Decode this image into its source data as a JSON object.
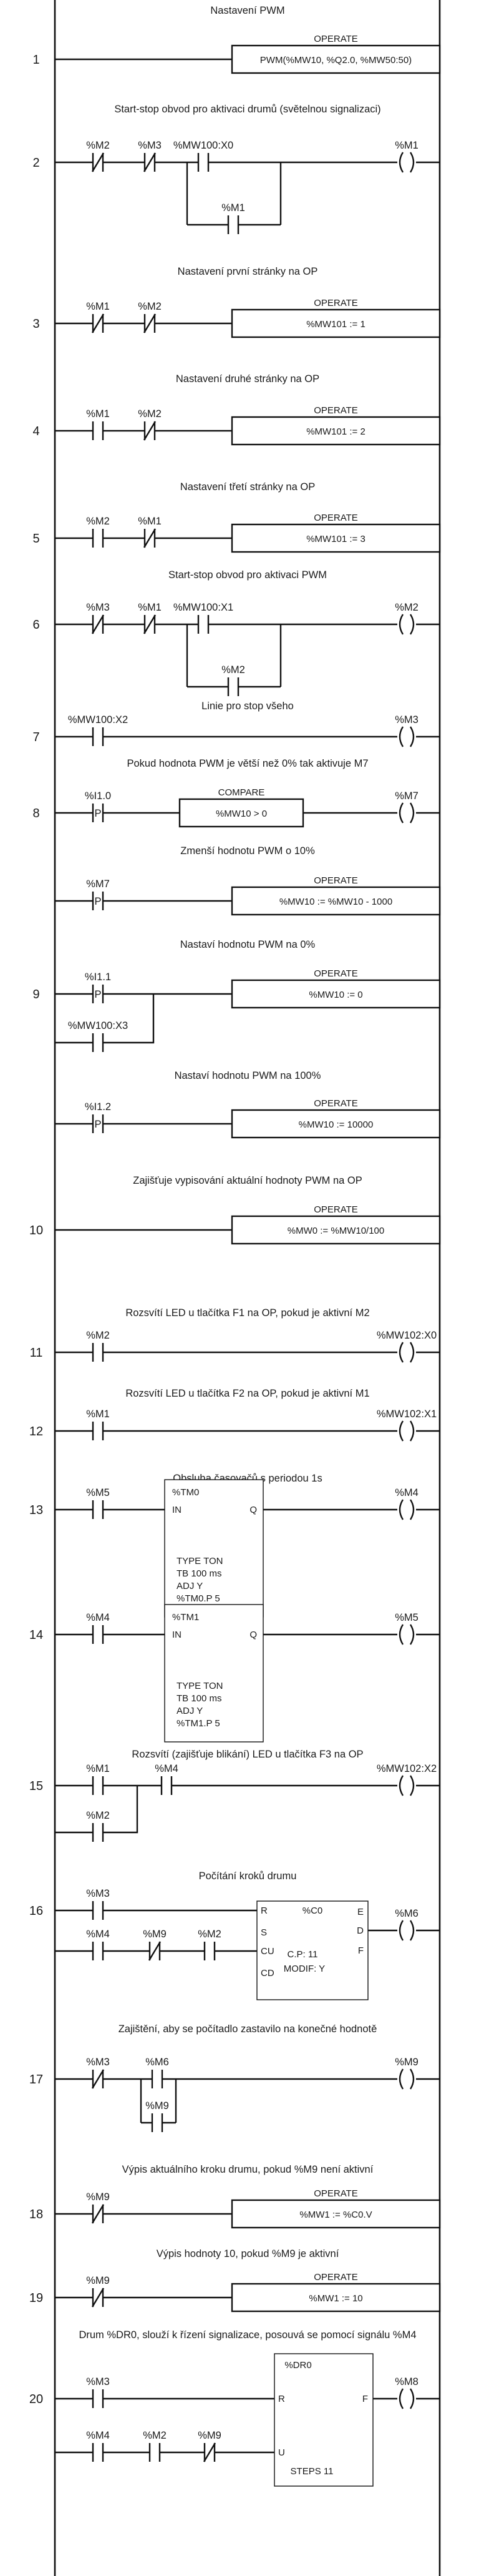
{
  "rungs": [
    {
      "num": "1",
      "comment": "Nastavení PWM",
      "boxes": [
        {
          "header": "OPERATE",
          "text": "PWM(%MW10, %Q2.0, %MW50:50)"
        }
      ]
    },
    {
      "num": "2",
      "comment": "Start-stop obvod pro aktivaci drumů (světelnou signalizaci)",
      "contacts": [
        "%M2",
        "%M3",
        "%MW100:X0",
        "%M1"
      ],
      "coils": [
        "%M1"
      ]
    },
    {
      "num": "3",
      "comment": "Nastavení první stránky na OP",
      "contacts": [
        "%M1",
        "%M2"
      ],
      "boxes": [
        {
          "header": "OPERATE",
          "text": "%MW101 := 1"
        }
      ]
    },
    {
      "num": "4",
      "comment": "Nastavení druhé stránky na OP",
      "contacts": [
        "%M1",
        "%M2"
      ],
      "boxes": [
        {
          "header": "OPERATE",
          "text": "%MW101 := 2"
        }
      ]
    },
    {
      "num": "5",
      "comment": "Nastavení třetí stránky na OP",
      "contacts": [
        "%M2",
        "%M1"
      ],
      "boxes": [
        {
          "header": "OPERATE",
          "text": "%MW101 := 3"
        }
      ]
    },
    {
      "num": "6",
      "comment": "Start-stop obvod pro aktivaci PWM",
      "contacts": [
        "%M3",
        "%M1",
        "%MW100:X1",
        "%M2"
      ],
      "coils": [
        "%M2"
      ]
    },
    {
      "num": "7",
      "comment": "Linie pro stop všeho",
      "contacts": [
        "%MW100:X2"
      ],
      "coils": [
        "%M3"
      ]
    },
    {
      "num": "8",
      "comment": "Pokud hodnota PWM je větší než 0% tak aktivuje M7",
      "contacts": [
        "%I1.0"
      ],
      "boxes": [
        {
          "header": "COMPARE",
          "text": "%MW10 > 0"
        }
      ],
      "coils": [
        "%M7"
      ]
    },
    {
      "num": "",
      "comment": "Zmenší hodnotu PWM o 10%",
      "contacts": [
        "%M7"
      ],
      "boxes": [
        {
          "header": "OPERATE",
          "text": "%MW10 := %MW10 - 1000"
        }
      ]
    },
    {
      "num": "9",
      "comment": "Nastaví hodnotu PWM na 0%",
      "contacts": [
        "%I1.1",
        "%MW100:X3"
      ],
      "boxes": [
        {
          "header": "OPERATE",
          "text": "%MW10 := 0"
        }
      ]
    },
    {
      "num": "",
      "comment": "Nastaví hodnotu PWM na 100%",
      "contacts": [
        "%I1.2"
      ],
      "boxes": [
        {
          "header": "OPERATE",
          "text": "%MW10 := 10000"
        }
      ]
    },
    {
      "num": "10",
      "comment": "Zajišťuje vypisování aktuální hodnoty PWM na OP",
      "boxes": [
        {
          "header": "OPERATE",
          "text": "%MW0 := %MW10/100"
        }
      ]
    },
    {
      "num": "11",
      "comment": "Rozsvítí LED u tlačítka F1 na OP, pokud je aktivní M2",
      "contacts": [
        "%M2"
      ],
      "coils": [
        "%MW102:X0"
      ]
    },
    {
      "num": "12",
      "comment": "Rozsvítí LED u tlačítka F2 na OP, pokud je aktivní M1",
      "contacts": [
        "%M1"
      ],
      "coils": [
        "%MW102:X1"
      ]
    },
    {
      "num": "13",
      "comment": "Obsluha časovačů s periodou 1s",
      "contacts": [
        "%M5"
      ],
      "coils": [
        "%M4"
      ],
      "block": {
        "name": "%TM0",
        "pins": [
          "IN",
          "Q"
        ],
        "params": [
          "TYPE TON",
          "TB  100 ms",
          "ADJ Y",
          "%TM0.P 5"
        ]
      }
    },
    {
      "num": "14",
      "comment": "",
      "contacts": [
        "%M4"
      ],
      "coils": [
        "%M5"
      ],
      "block": {
        "name": "%TM1",
        "pins": [
          "IN",
          "Q"
        ],
        "params": [
          "TYPE TON",
          "TB  100 ms",
          "ADJ Y",
          "%TM1.P 5"
        ]
      }
    },
    {
      "num": "15",
      "comment": "Rozsvítí (zajišťuje blikání) LED u tlačítka F3 na OP",
      "contacts": [
        "%M1",
        "%M4",
        "%M2"
      ],
      "coils": [
        "%MW102:X2"
      ]
    },
    {
      "num": "16",
      "comment": "Počítání kroků drumu",
      "contacts": [
        "%M3",
        "%M4",
        "%M9",
        "%M2"
      ],
      "coils": [
        "%M6"
      ],
      "block": {
        "name": "%C0",
        "pins": [
          "R",
          "S",
          "CU",
          "CD",
          "E",
          "D",
          "F"
        ],
        "params": [
          "C.P: 11",
          "MODIF: Y"
        ]
      }
    },
    {
      "num": "17",
      "comment": "Zajištění, aby se počítadlo zastavilo na konečné hodnotě",
      "contacts": [
        "%M3",
        "%M6",
        "%M9"
      ],
      "coils": [
        "%M9"
      ]
    },
    {
      "num": "18",
      "comment": "Výpis aktuálního kroku drumu, pokud %M9 není aktivní",
      "contacts": [
        "%M9"
      ],
      "boxes": [
        {
          "header": "OPERATE",
          "text": "%MW1 := %C0.V"
        }
      ]
    },
    {
      "num": "19",
      "comment": "Výpis hodnoty 10, pokud %M9 je aktivní",
      "contacts": [
        "%M9"
      ],
      "boxes": [
        {
          "header": "OPERATE",
          "text": "%MW1 := 10"
        }
      ]
    },
    {
      "num": "20",
      "comment": "Drum %DR0, slouží k řízení signalizace, posouvá se pomocí signálu %M4",
      "contacts": [
        "%M3",
        "%M4",
        "%M2",
        "%M9"
      ],
      "coils": [
        "%M8"
      ],
      "block": {
        "name": "%DR0",
        "pins": [
          "R",
          "U",
          "F"
        ],
        "params": [
          "STEPS 11"
        ]
      }
    }
  ]
}
